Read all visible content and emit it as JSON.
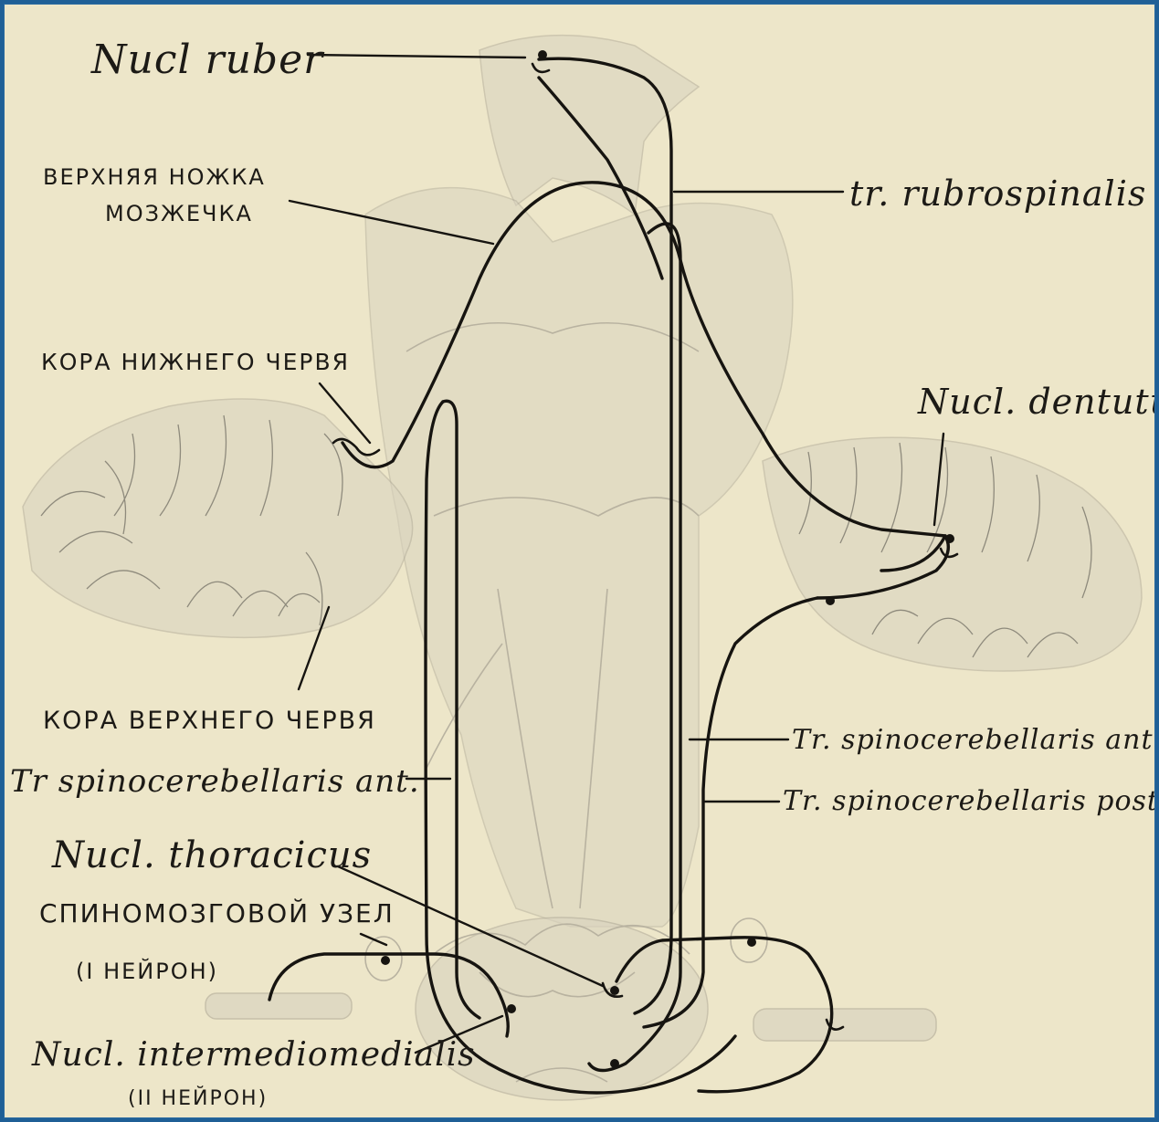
{
  "labels": {
    "nucl_ruber": "Nucl ruber",
    "verkhnyaya_nozhka_line1": "ВЕРХНЯЯ НОЖКА",
    "verkhnyaya_nozhka_line2": "МОЗЖЕЧКА",
    "tr_rubrospinalis": "tr. rubrospinalis",
    "kora_nizhnego_chervya": "КОРА НИЖНЕГО ЧЕРВЯ",
    "nucl_dentatus": "Nucl. dentutus",
    "kora_verkhnego_chervya": "КОРА ВЕРХНЕГО ЧЕРВЯ",
    "tr_spinocerebellaris_ant_left": "Tr spinocerebellaris ant.",
    "tr_spinocerebellaris_ant_right": "Tr. spinocerebellaris ant.",
    "tr_spinocerebellaris_post": "Tr. spinocerebellaris post.",
    "nucl_thoracicus": "Nucl. thoracicus",
    "spinomozgovoy_uzel_line1": "СПИНОМОЗГОВОЙ УЗЕЛ",
    "spinomozgovoy_uzel_line2": "(I НЕЙРОН)",
    "nucl_intermediomedialis": "Nucl. intermediomedialis",
    "nucl_intermediomedialis_sub": "(II НЕЙРОН)"
  },
  "colors": {
    "paper": "#ede6c9",
    "frame": "#1f5f96",
    "ink": "#161410",
    "pencil": "#b8b2a0"
  }
}
